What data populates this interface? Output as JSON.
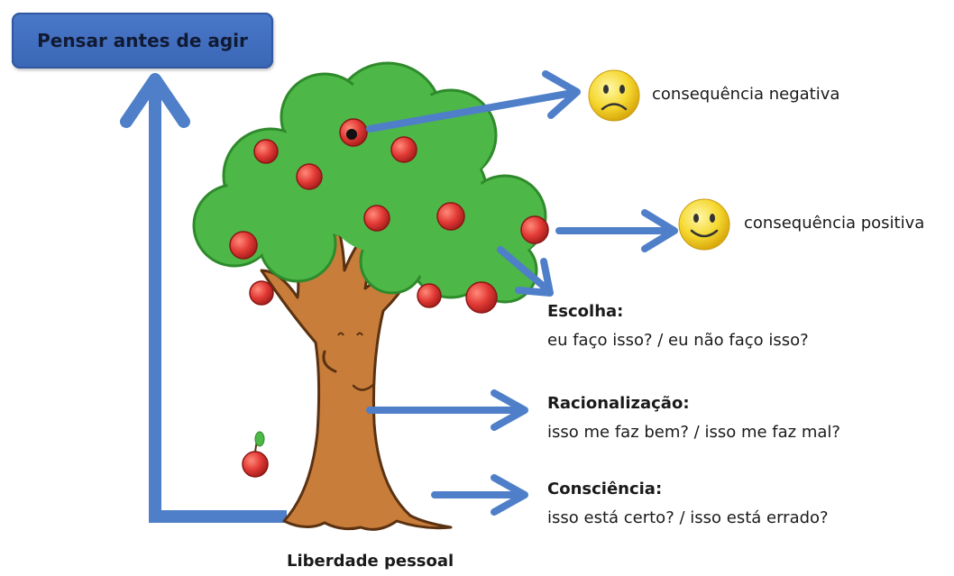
{
  "title_box": {
    "label": "Pensar antes de agir"
  },
  "outcomes": {
    "negative": "consequência negativa",
    "positive": "consequência positiva"
  },
  "levels": [
    {
      "heading": "Escolha:",
      "question": "eu faço isso? / eu não faço isso?"
    },
    {
      "heading": "Racionalização:",
      "question": "isso me faz bem? / isso me faz mal?"
    },
    {
      "heading": "Consciência:",
      "question": "isso está certo? / isso está errado?"
    }
  ],
  "footer": {
    "label": "Liberdade pessoal"
  },
  "colors": {
    "arrow": "#4f7fc9",
    "box": "#3f6fbf",
    "foliage": "#4db848",
    "foliage_dark": "#2e8a2b",
    "trunk": "#c97d3a",
    "trunk_dark": "#5a3212",
    "apple": "#e23a35",
    "smiley": "#f5d830"
  },
  "icons": [
    "tree",
    "apple",
    "sad-face-icon",
    "happy-face-icon",
    "arrow"
  ]
}
